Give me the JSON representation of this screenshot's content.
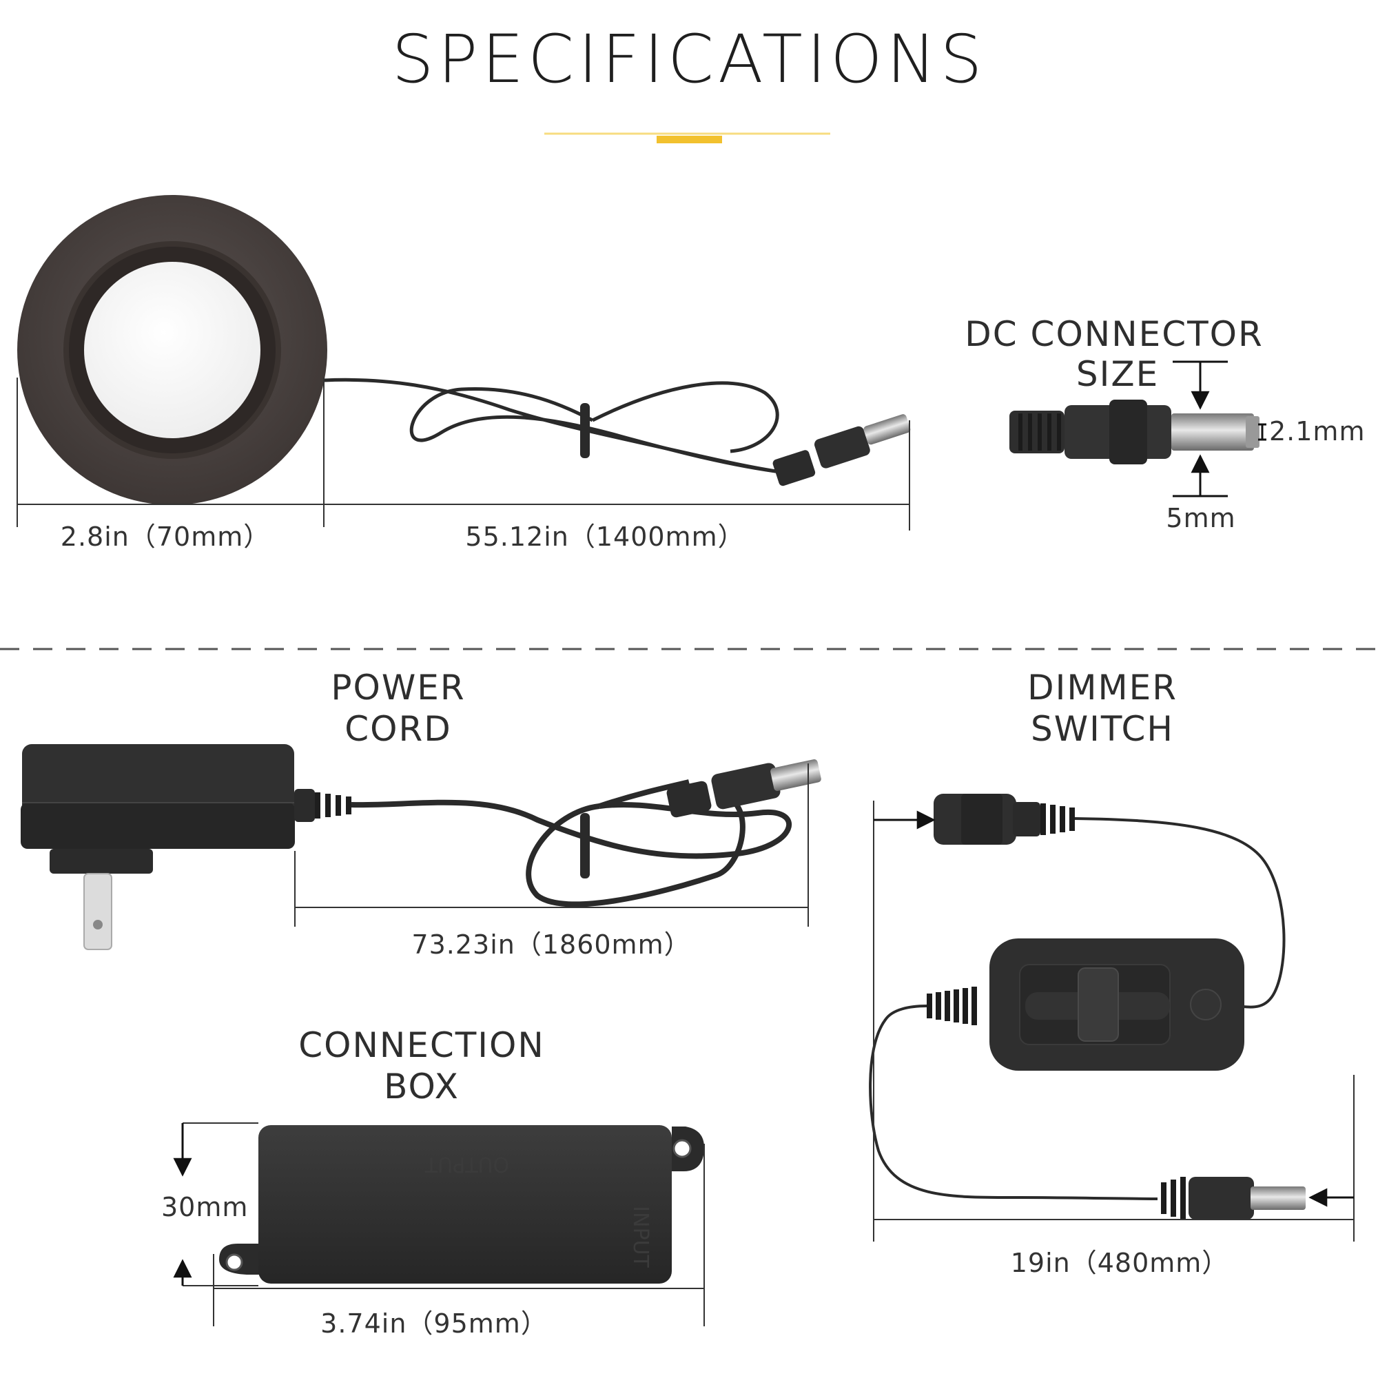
{
  "title": "SPECIFICATIONS",
  "colors": {
    "accent": "#f2c12e",
    "accent_light": "#f7dc80",
    "device": "#2f2f2f",
    "puck": "#4e4745",
    "line": "#333333"
  },
  "puck_light": {
    "diameter_label": "2.8in（70mm）",
    "cable_label": "55.12in（1400mm）"
  },
  "dc_connector": {
    "heading_line1": "DC CONNECTOR",
    "heading_line2": "SIZE",
    "inner_label": "2.1mm",
    "outer_label": "5mm"
  },
  "power_cord": {
    "heading_line1": "POWER",
    "heading_line2": "CORD",
    "length_label": "73.23in（1860mm）"
  },
  "dimmer_switch": {
    "heading_line1": "DIMMER",
    "heading_line2": "SWITCH",
    "length_label": "19in（480mm）"
  },
  "connection_box": {
    "heading_line1": "CONNECTION",
    "heading_line2": "BOX",
    "height_label": "30mm",
    "width_label": "3.74in（95mm）",
    "output_text": "OUTPUT",
    "input_text": "INPUT"
  }
}
